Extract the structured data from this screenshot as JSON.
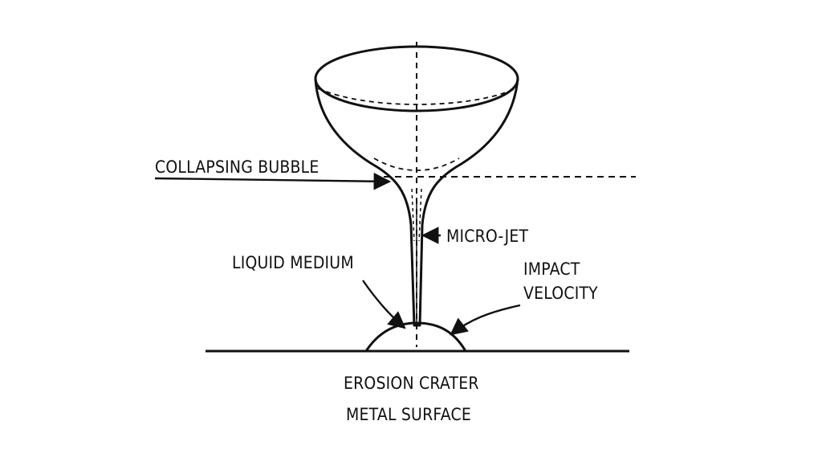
{
  "labels": {
    "collapsing_bubble": "COLLAPSING BUBBLE",
    "micro_jet": "MICRO-JET",
    "liquid_medium": "LIQUID MEDIUM",
    "impact": "IMPACT",
    "velocity": "VELOCITY",
    "erosion_crater": "EROSION CRATER",
    "metal_surface": "METAL SURFACE"
  },
  "colors": {
    "line": "#111111",
    "background": "#ffffff"
  }
}
